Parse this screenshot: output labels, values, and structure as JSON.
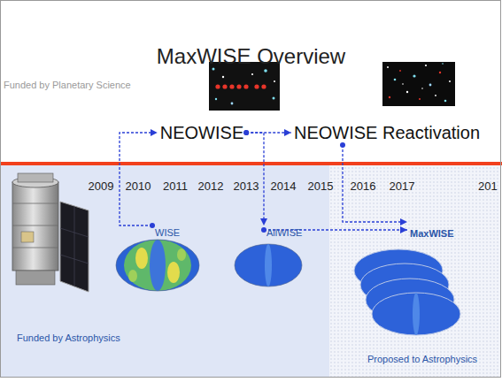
{
  "diagram": {
    "title": "MaxWISE Overview",
    "nodes": [
      {
        "text": [
          "NEOWISE"
        ]
      },
      {
        "text": [
          "NEOWISE Reactivation"
        ]
      },
      {
        "text": [
          "Funded by Astrophysics"
        ]
      },
      {
        "text": [
          "WISE"
        ],
        "in": 2
      },
      {
        "text": [
          "AllWISE"
        ],
        "in": 2
      },
      {
        "text": [
          "Proposed to Astrophysics"
        ]
      },
      {
        "text": [
          "MaxWISE"
        ],
        "in": 5
      }
    ],
    "edges": [
      {
        "from": 3,
        "to": 0,
        "arrow": "to"
      },
      {
        "from": 0,
        "to": 1,
        "arrow": "to"
      },
      {
        "from": 0,
        "to": 4,
        "arrow": "to"
      },
      {
        "from": 4,
        "to": 6,
        "arrow": "to"
      },
      {
        "from": 1,
        "to": 6,
        "arrow": "to"
      }
    ],
    "labels": [
      "Funded by Planetary Science",
      "2009",
      "2010",
      "2011",
      "2012",
      "2013",
      "2014",
      "2015",
      "2016",
      "2017",
      "201"
    ]
  }
}
